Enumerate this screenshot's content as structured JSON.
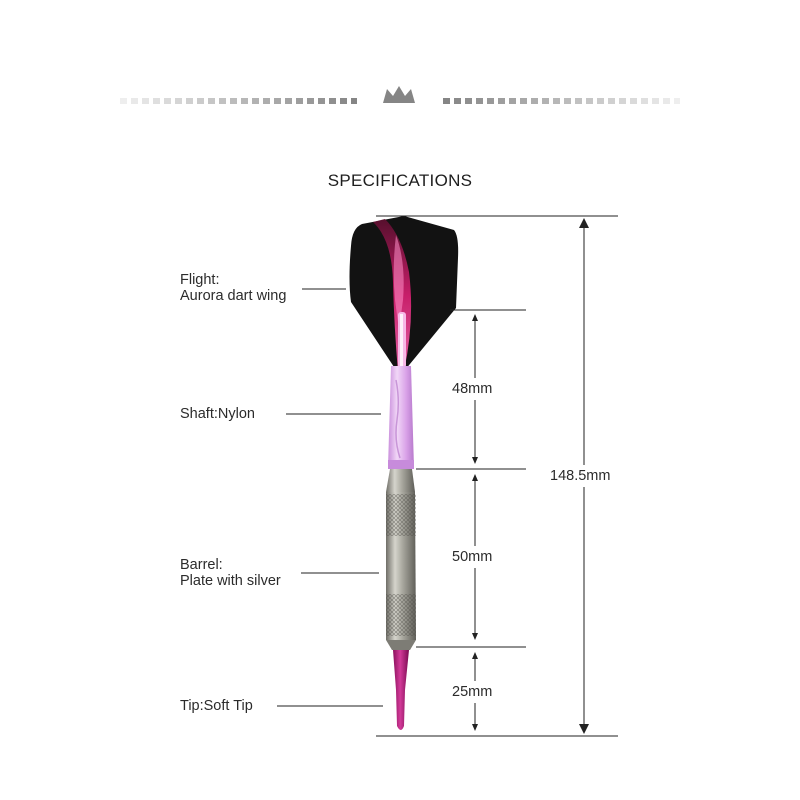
{
  "header": {
    "title": "SPECIFICATIONS"
  },
  "parts": {
    "flight": {
      "label_line1": "Flight:",
      "label_line2": "Aurora dart wing"
    },
    "shaft": {
      "label": "Shaft:Nylon"
    },
    "barrel": {
      "label_line1": "Barrel:",
      "label_line2": "Plate with silver"
    },
    "tip": {
      "label": "Tip:Soft Tip"
    }
  },
  "dimensions": {
    "shaft": "48mm",
    "barrel": "50mm",
    "tip": "25mm",
    "total": "148.5mm"
  },
  "colors": {
    "flight": "#111111",
    "flight_accent": "#c2185b",
    "shaft": "#e3b3ee",
    "barrel": "#9b9a92",
    "tip": "#b0197a"
  }
}
